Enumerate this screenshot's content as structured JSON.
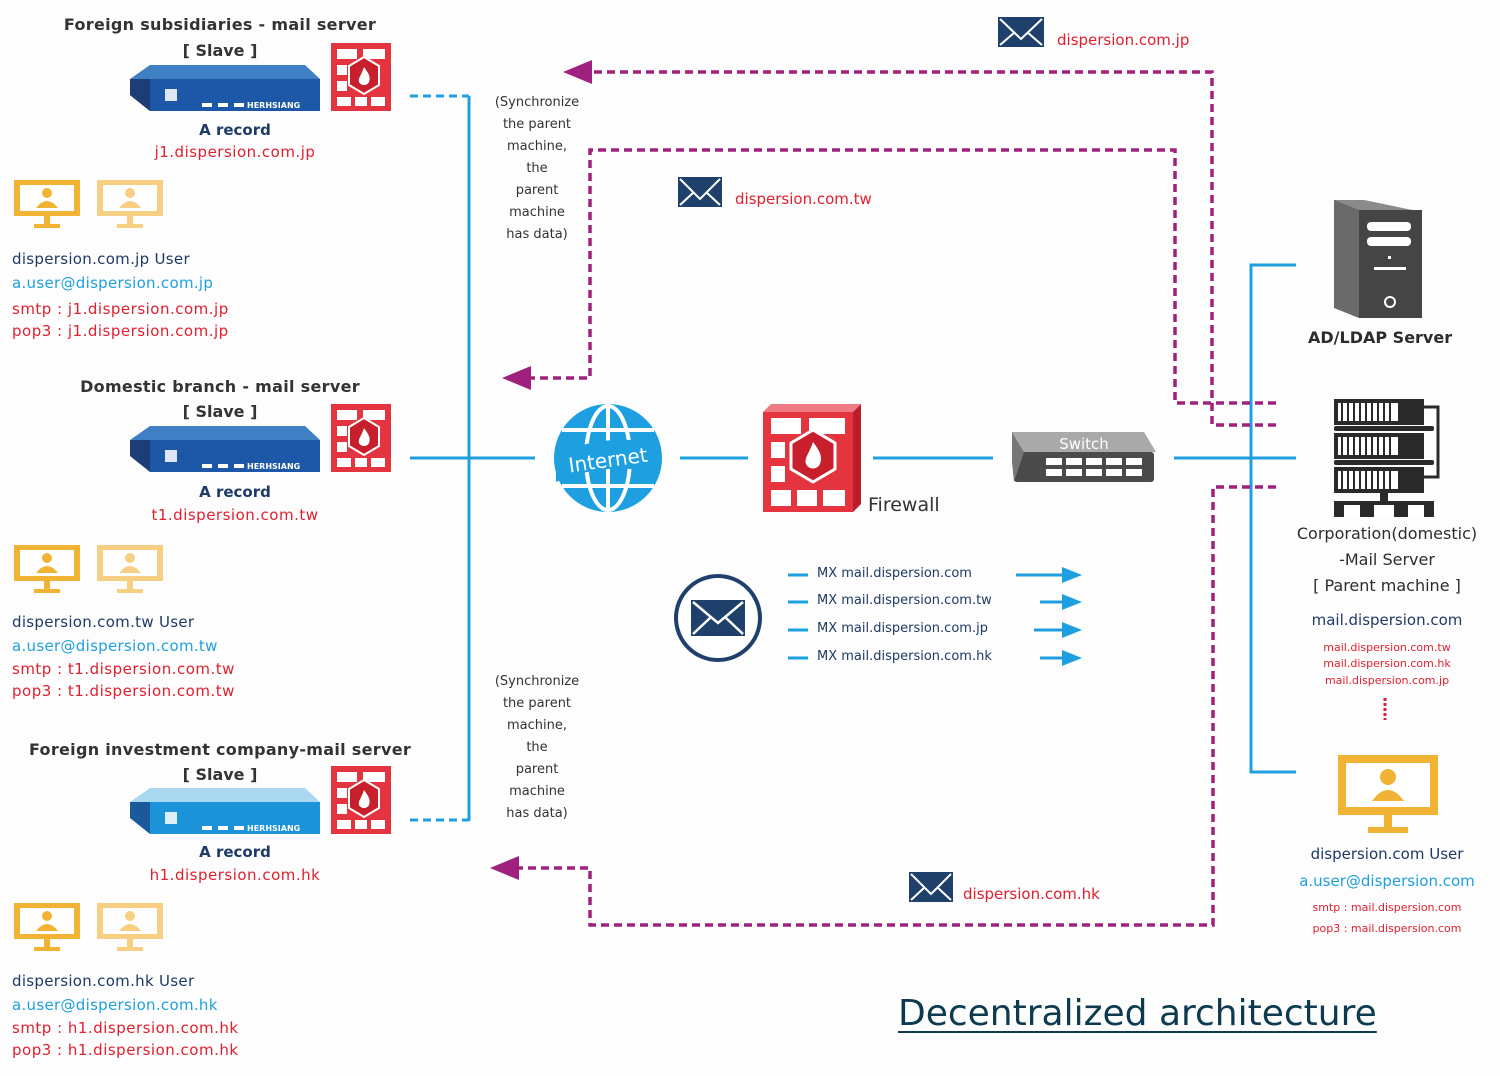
{
  "title": "Decentralized architecture",
  "colors": {
    "line_blue": "#1ea0e0",
    "sync_purple": "#a0207e",
    "label_red": "#e0202e",
    "label_navy": "#1e3a66"
  },
  "slaves": [
    {
      "title": "Foreign subsidiaries - mail server",
      "role": "[ Slave ]",
      "device_brand": "HERHSIANG",
      "a_record_label": "A record",
      "a_record": "j1.dispersion.com.jp",
      "user_label": "dispersion.com.jp User",
      "email": "a.user@dispersion.com.jp",
      "smtp": "smtp :  j1.dispersion.com.jp",
      "pop3": "pop3 :  j1.dispersion.com.jp"
    },
    {
      "title": "Domestic branch - mail server",
      "role": "[ Slave ]",
      "device_brand": "HERHSIANG",
      "a_record_label": "A record",
      "a_record": "t1.dispersion.com.tw",
      "user_label": "dispersion.com.tw User",
      "email": "a.user@dispersion.com.tw",
      "smtp": "smtp : t1.dispersion.com.tw",
      "pop3": "pop3 : t1.dispersion.com.tw"
    },
    {
      "title": "Foreign investment company-mail server",
      "role": "[ Slave ]",
      "device_brand": "HERHSIANG",
      "a_record_label": "A record",
      "a_record": "h1.dispersion.com.hk",
      "user_label": "dispersion.com.hk User",
      "email": "a.user@dispersion.com.hk",
      "smtp": "smtp :  h1.dispersion.com.hk",
      "pop3": "pop3 :  h1.dispersion.com.hk"
    }
  ],
  "sync_note": [
    "(Synchronize",
    "the parent",
    "machine,",
    "the",
    "parent",
    "machine",
    "has data)"
  ],
  "envelopes": {
    "jp": "dispersion.com.jp",
    "tw": "dispersion.com.tw",
    "hk": "dispersion.com.hk"
  },
  "network": {
    "internet": "Internet",
    "firewall": "Firewall",
    "switch": "Switch"
  },
  "mx_records": [
    "MX mail.dispersion.com",
    "MX mail.dispersion.com.tw",
    "MX mail.dispersion.com.jp",
    "MX mail.dispersion.com.hk"
  ],
  "ad_server": "AD/LDAP Server",
  "parent": {
    "title_1": "Corporation(domestic)",
    "title_2": "-Mail Server",
    "role": "[ Parent machine ]",
    "host": "mail.dispersion.com",
    "aliases": [
      "mail.dispersion.com.tw",
      "mail.dispersion.com.hk",
      "mail.dispersion.com.jp"
    ],
    "user_label": "dispersion.com User",
    "email": "a.user@dispersion.com",
    "smtp": "smtp :  mail.dispersion.com",
    "pop3": "pop3 :  mail.dispersion.com"
  }
}
